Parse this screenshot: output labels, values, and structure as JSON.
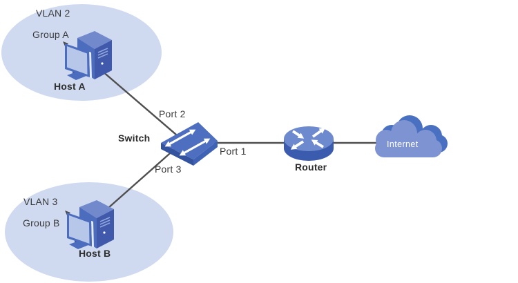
{
  "figure": {
    "zones": [
      {
        "vlan": "VLAN 2",
        "group": "Group A",
        "host": "Host A"
      },
      {
        "vlan": "VLAN 3",
        "group": "Group B",
        "host": "Host B"
      }
    ],
    "switch": {
      "label": "Switch",
      "ports": {
        "uplink": "Port 1",
        "to_host_a": "Port 2",
        "to_host_b": "Port 3"
      }
    },
    "router": {
      "label": "Router"
    },
    "cloud": {
      "label": "Internet"
    },
    "icons": [
      "host-computer-icon",
      "switch-icon",
      "router-icon",
      "internet-cloud-icon"
    ],
    "colors": {
      "zone_fill": "#cfdaf1",
      "device_blue": "#4c6cbd",
      "device_blue_dark": "#4059ab",
      "device_blue_light": "#7289cc",
      "screen_blue": "#b7c7ea",
      "cloud_front": "#7e93d2",
      "cloud_back": "#4a70c2",
      "wire": "#4f4f4f",
      "text": "#3a3a3a"
    }
  }
}
